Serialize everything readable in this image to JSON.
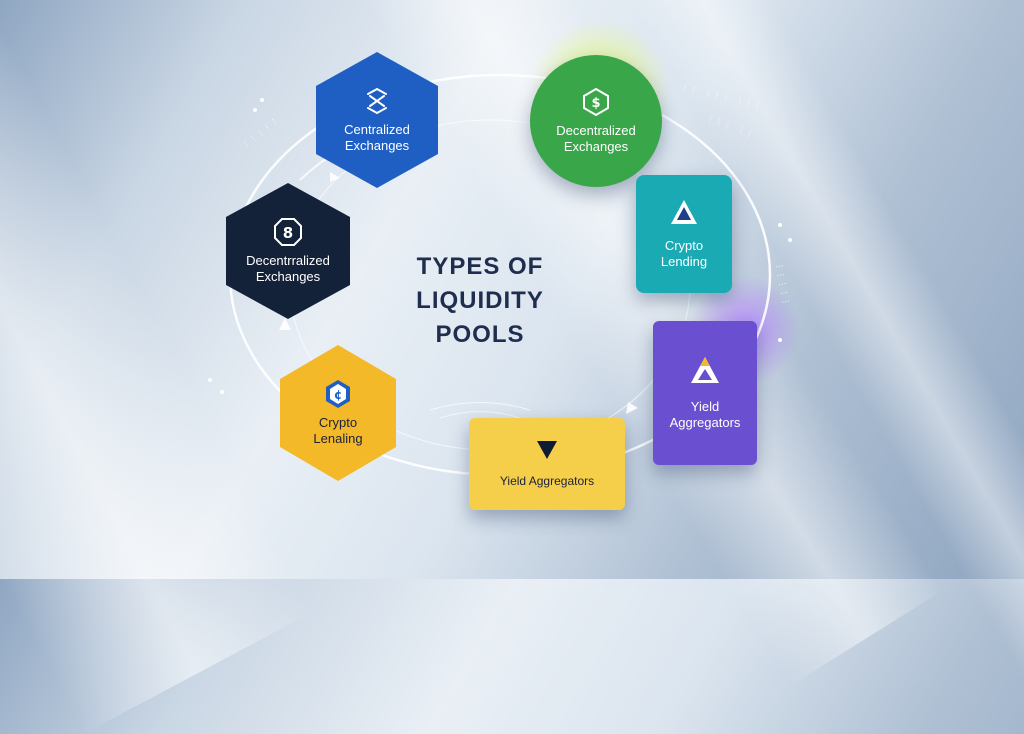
{
  "title": {
    "line1": "TYPES OF",
    "line2": "LIQUIDITY",
    "line3": "POOLS"
  },
  "nodes": {
    "centralized": {
      "label1": "Centralized",
      "label2": "Exchanges",
      "color": "#1f5fc4",
      "icon": "exchange-arrows-icon"
    },
    "decentralized_green": {
      "label1": "Decentralized",
      "label2": "Exchanges",
      "color": "#3aa64a",
      "icon": "dollar-hexagon-icon"
    },
    "crypto_lending_teal": {
      "label1": "Crypto",
      "label2": "Lending",
      "color": "#1aaab4",
      "icon": "triangle-icon"
    },
    "yield_purple": {
      "label1": "Yield",
      "label2": "Aggregators",
      "color": "#6a4fd0",
      "icon": "pyramid-icon"
    },
    "yield_yellow": {
      "label1": "Yield Aggregators",
      "color": "#f5cf4a",
      "icon": "down-triangle-icon"
    },
    "crypto_lending_yellow": {
      "label1": "Crypto",
      "label2": "Lenaling",
      "color": "#f3b928",
      "icon": "coin-icon"
    },
    "decentralized_navy": {
      "label1": "Decentrralized",
      "label2": "Exchanges",
      "color": "#132238",
      "icon": "octagon-8-icon"
    }
  }
}
